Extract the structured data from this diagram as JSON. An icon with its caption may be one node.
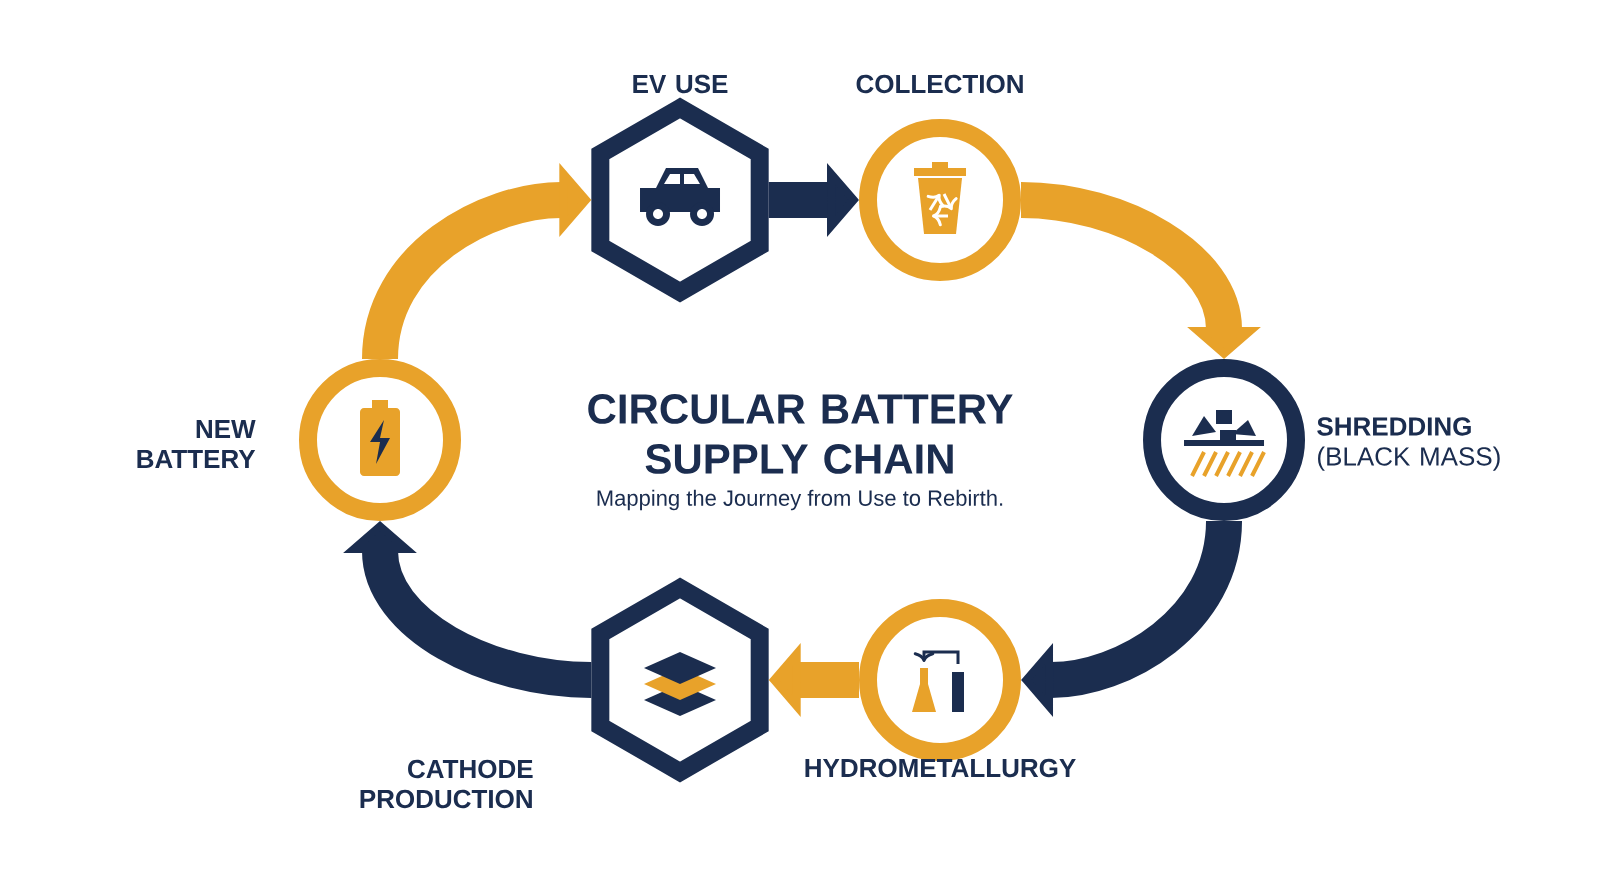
{
  "diagram": {
    "title": "CIRCULAR BATTERY SUPPLY CHAIN",
    "nodes": [
      {
        "text": [
          "EV USE"
        ]
      },
      {
        "text": [
          "COLLECTION"
        ]
      },
      {
        "text": [
          "**SHREDDING** (BLACK MASS)"
        ]
      },
      {
        "text": [
          "HYDROMETALLURGY"
        ]
      },
      {
        "text": [
          "CATHODE PRODUCTION"
        ]
      },
      {
        "text": [
          "NEW BATTERY"
        ]
      }
    ],
    "edges": [
      {
        "from": 0,
        "to": 1,
        "arrow": "to",
        "color": "#1b2d4f"
      },
      {
        "from": 1,
        "to": 2,
        "arrow": "to",
        "color": "#e8a22a"
      },
      {
        "from": 2,
        "to": 3,
        "arrow": "to",
        "color": "#1b2d4f"
      },
      {
        "from": 3,
        "to": 4,
        "arrow": "to",
        "color": "#e8a22a"
      },
      {
        "from": 4,
        "to": 5,
        "arrow": "to",
        "color": "#1b2d4f"
      },
      {
        "from": 5,
        "to": 0,
        "arrow": "to",
        "color": "#e8a22a"
      }
    ],
    "labels": [
      "Mapping the Journey from Use to Rebirth."
    ]
  }
}
